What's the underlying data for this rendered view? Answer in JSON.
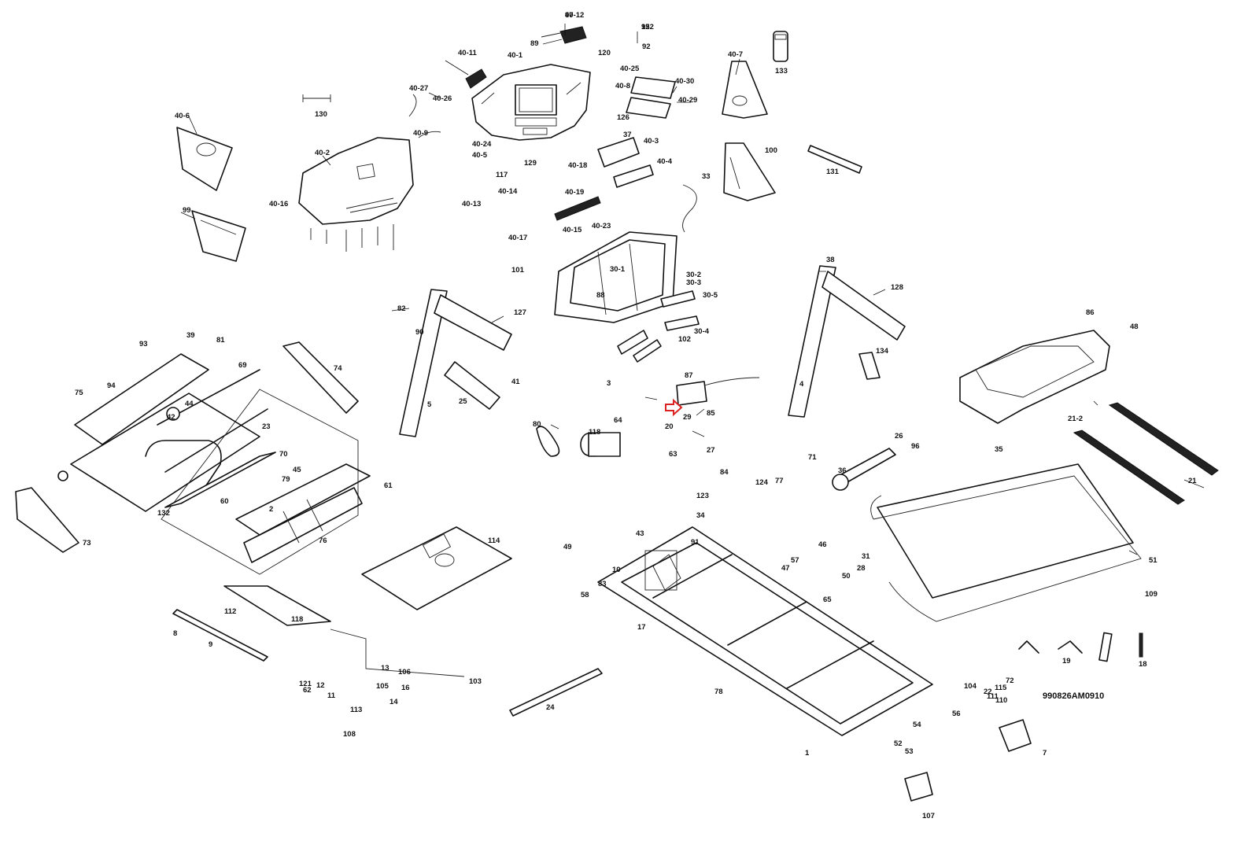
{
  "drawing_code": "990826AM0910",
  "accent_color": "#dd2222",
  "highlight": {
    "label": "29",
    "icon": "arrow-right-icon"
  },
  "callouts": [
    "40-12",
    "95",
    "92",
    "89",
    "40-11",
    "40-1",
    "120",
    "40-25",
    "40-8",
    "40-30",
    "40-29",
    "40-7",
    "133",
    "40-27",
    "40-26",
    "130",
    "40-6",
    "40-9",
    "40-24",
    "40-5",
    "117",
    "129",
    "126",
    "37",
    "40-3",
    "40-4",
    "40-2",
    "40-16",
    "40-13",
    "40-14",
    "40-18",
    "40-19",
    "40-15",
    "33",
    "100",
    "131",
    "99",
    "40-17",
    "101",
    "40-23",
    "30-1",
    "30-2",
    "30-3",
    "30-5",
    "30-4",
    "102",
    "87",
    "88",
    "127",
    "82",
    "90",
    "38",
    "128",
    "134",
    "5",
    "25",
    "41",
    "4",
    "86",
    "48",
    "93",
    "39",
    "94",
    "75",
    "81",
    "69",
    "74",
    "42",
    "44",
    "23",
    "132",
    "70",
    "79",
    "45",
    "61",
    "60",
    "76",
    "2",
    "3",
    "64",
    "85",
    "80",
    "118",
    "20",
    "27",
    "84",
    "63",
    "26",
    "96",
    "71",
    "77",
    "124",
    "36",
    "35",
    "21-2",
    "21",
    "73",
    "114",
    "49",
    "43",
    "10",
    "34",
    "123",
    "91",
    "47",
    "46",
    "83",
    "58",
    "57",
    "31",
    "50",
    "28",
    "65",
    "17",
    "121",
    "62",
    "12",
    "11",
    "13",
    "103",
    "106",
    "105",
    "16",
    "14",
    "113",
    "108",
    "118",
    "112",
    "9",
    "8",
    "24",
    "78",
    "7",
    "1",
    "52",
    "53",
    "54",
    "56",
    "22",
    "72",
    "111",
    "110",
    "115",
    "104",
    "107",
    "109",
    "51",
    "19",
    "18",
    "97",
    "122"
  ]
}
